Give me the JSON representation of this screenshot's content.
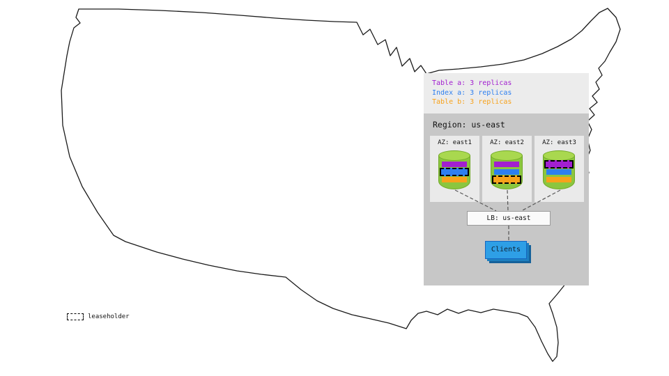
{
  "legend": {
    "items": [
      {
        "label": "Table a: 3 replicas",
        "color": "#a21fd0"
      },
      {
        "label": "Index a: 3 replicas",
        "color": "#2d7ff0"
      },
      {
        "label": "Table b: 3 replicas",
        "color": "#f7a21b"
      }
    ]
  },
  "region": {
    "title": "Region: us-east",
    "lb_label": "LB: us-east",
    "clients_label": "Clients",
    "azs": [
      {
        "label": "AZ: east1",
        "replicas": [
          {
            "name": "table-a",
            "color": "#a21fd0",
            "leaseholder": false
          },
          {
            "name": "index-a",
            "color": "#2d7ff0",
            "leaseholder": true
          },
          {
            "name": "table-b",
            "color": "#f7a21b",
            "leaseholder": false
          }
        ]
      },
      {
        "label": "AZ: east2",
        "replicas": [
          {
            "name": "table-a",
            "color": "#a21fd0",
            "leaseholder": false
          },
          {
            "name": "index-a",
            "color": "#2d7ff0",
            "leaseholder": false
          },
          {
            "name": "table-b",
            "color": "#f7a21b",
            "leaseholder": true
          }
        ]
      },
      {
        "label": "AZ: east3",
        "replicas": [
          {
            "name": "table-a",
            "color": "#a21fd0",
            "leaseholder": true
          },
          {
            "name": "index-a",
            "color": "#2d7ff0",
            "leaseholder": false
          },
          {
            "name": "table-b",
            "color": "#f7a21b",
            "leaseholder": false
          }
        ]
      }
    ]
  },
  "map_legend": {
    "label": "leaseholder"
  },
  "colors": {
    "cylinder_green": "#8bc63f",
    "clients_blue": "#2e9fe6",
    "region_bg": "#c7c7c7",
    "panel_bg": "#ececec",
    "map_outline": "#1a1a1a"
  }
}
